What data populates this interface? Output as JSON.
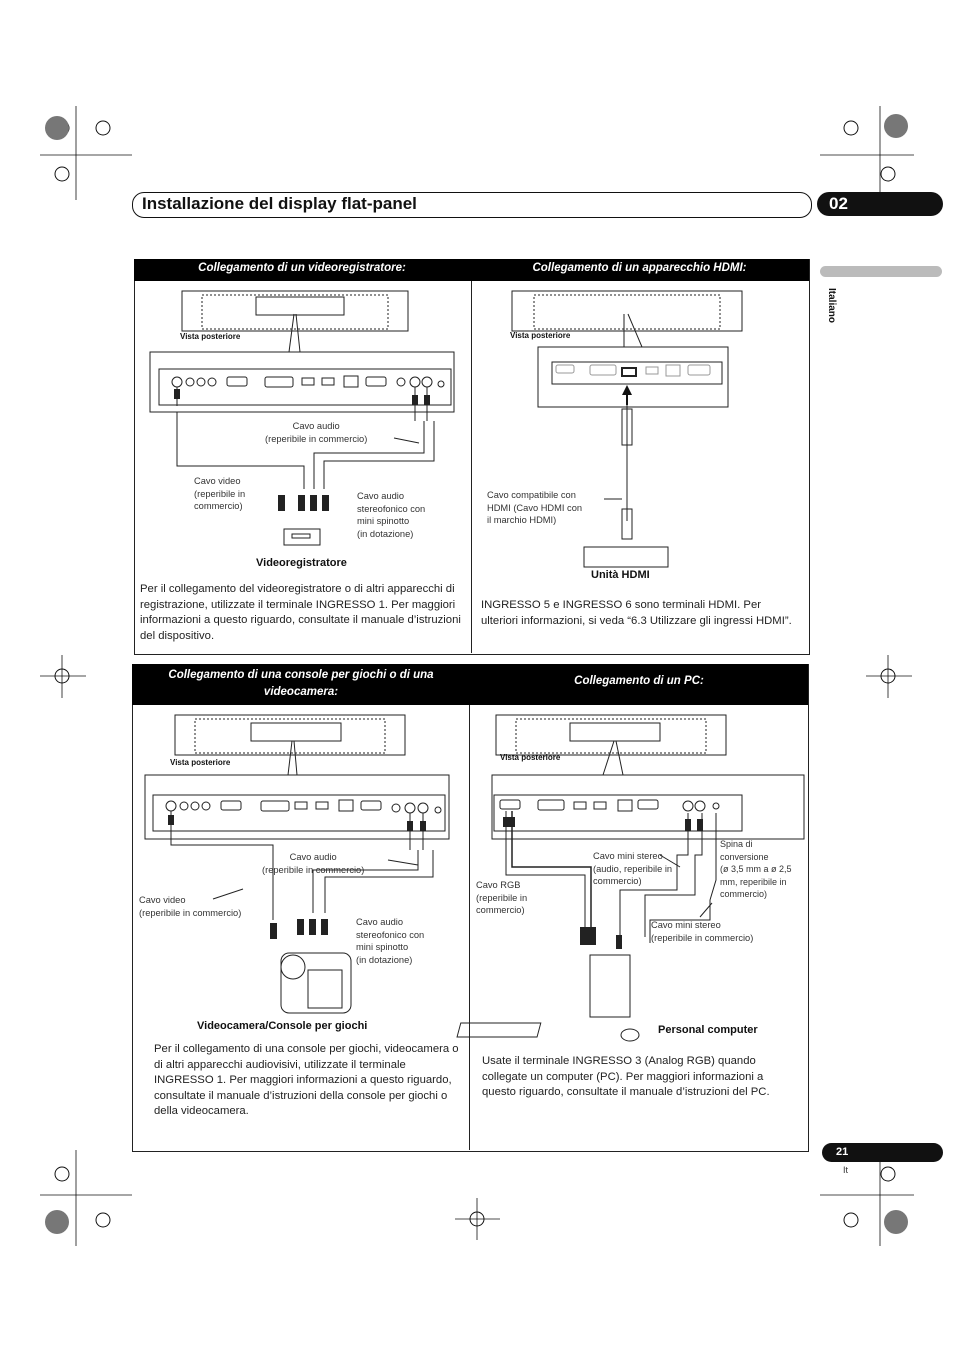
{
  "header": {
    "title": "Installazione del display flat-panel",
    "chapter": "02"
  },
  "sidebar": {
    "language": "Italiano"
  },
  "footer": {
    "page_number": "21",
    "lang_code": "It"
  },
  "section_vcr": {
    "heading": "Collegamento di un videoregistratore:",
    "rear_view": "Vista posteriore",
    "audio_cable": "Cavo audio\n(reperibile in commercio)",
    "video_cable": "Cavo video\n(reperibile in\ncommercio)",
    "stereo_cable": "Cavo audio\nstereofonico con\nmini spinotto\n(in dotazione)",
    "device": "Videoregistratore",
    "text": "Per il collegamento del videoregistratore o di altri apparecchi di registrazione, utilizzate il terminale INGRESSO 1. Per maggiori informazioni a questo riguardo, consultate il manuale d’istruzioni del dispositivo."
  },
  "section_hdmi": {
    "heading": "Collegamento di un apparecchio HDMI:",
    "rear_view": "Vista posteriore",
    "cable": "Cavo compatibile con\nHDMI (Cavo HDMI con\nil marchio HDMI)",
    "device": "Unità HDMI",
    "text": "INGRESSO 5 e INGRESSO 6 sono terminali HDMI. Per ulteriori informazioni, si veda “6.3 Utilizzare gli ingressi HDMI”."
  },
  "section_console": {
    "heading": "Collegamento di una console per giochi o di una videocamera:",
    "rear_view": "Vista posteriore",
    "audio_cable": "Cavo audio\n(reperibile in commercio)",
    "video_cable": "Cavo video\n(reperibile in commercio)",
    "stereo_cable": "Cavo audio\nstereofonico con\nmini spinotto\n(in dotazione)",
    "device": "Videocamera/Console per giochi",
    "text": "Per il collegamento di una console per giochi, videocamera o di altri apparecchi audiovisivi, utilizzate il terminale INGRESSO 1. Per maggiori informazioni a questo riguardo, consultate il manuale d’istruzioni della console per giochi o della videocamera."
  },
  "section_pc": {
    "heading": "Collegamento di un PC:",
    "rear_view": "Vista posteriore",
    "rgb_cable": "Cavo RGB\n(reperibile in\ncommercio)",
    "mini_stereo_1": "Cavo mini stereo\n(audio, reperibile in\ncommercio)",
    "adapter": "Spina di\nconversione\n(ø 3,5 mm a ø 2,5\nmm, reperibile in\ncommercio)",
    "mini_stereo_2": "Cavo mini stereo\n(reperibile in commercio)",
    "device": "Personal computer",
    "text": "Usate il terminale INGRESSO 3 (Analog RGB) quando collegate un computer (PC). Per maggiori informazioni a questo riguardo, consultate il manuale d’istruzioni del PC."
  }
}
